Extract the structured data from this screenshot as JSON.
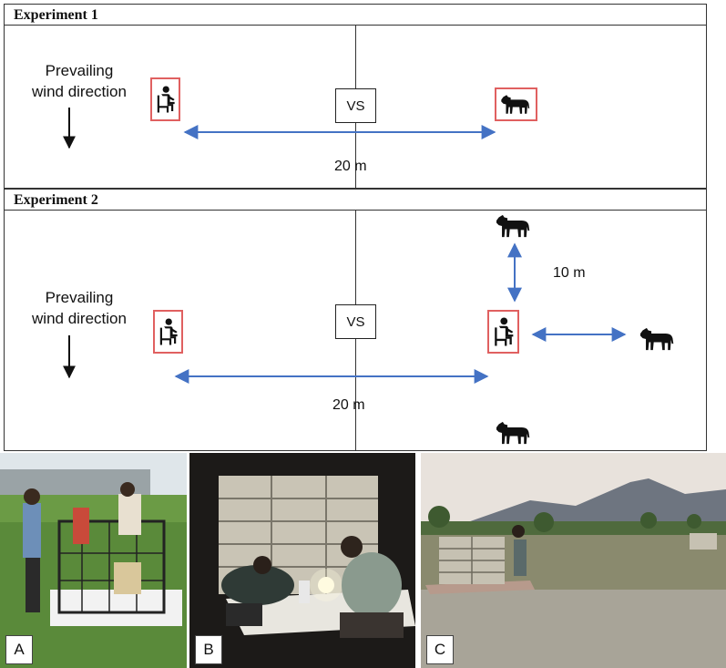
{
  "experiment1": {
    "title": "Experiment 1",
    "wind_label": "Prevailing\nwind direction",
    "vs_label": "VS",
    "distance": "20 m"
  },
  "experiment2": {
    "title": "Experiment 2",
    "wind_label": "Prevailing\nwind direction",
    "vs_label": "VS",
    "distance": "20 m",
    "calf_distance": "10 m"
  },
  "photos": [
    {
      "label": "A"
    },
    {
      "label": "B"
    },
    {
      "label": "C"
    }
  ],
  "colors": {
    "arrow": "#4472c4",
    "icon_border": "#e06060",
    "line": "#333333"
  },
  "icons": {
    "human": "seated-person-icon",
    "calf": "calf-icon"
  }
}
